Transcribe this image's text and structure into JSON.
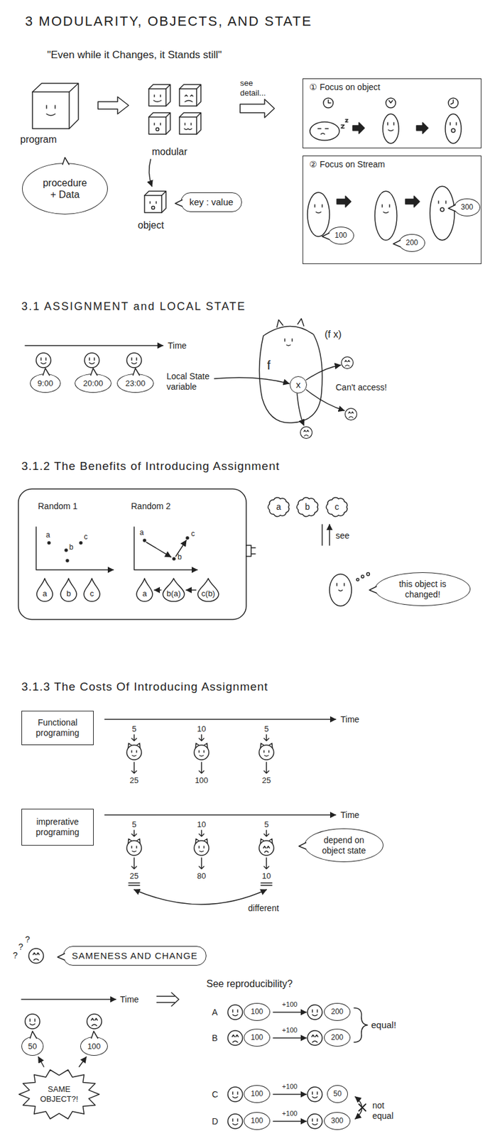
{
  "diagram": {
    "title": "3 MODULARITY, OBJECTS, AND STATE",
    "nodes": [
      {
        "text": [
          "procedure + Data"
        ]
      },
      {
        "text": [
          "key : value"
        ]
      },
      {
        "text": [
          "① Focus on object"
        ]
      },
      {
        "text": [
          "② Focus on Stream"
        ]
      },
      {
        "text": [
          "100"
        ],
        "in": 3
      },
      {
        "text": [
          "200"
        ],
        "in": 3
      },
      {
        "text": [
          "300"
        ],
        "in": 3
      },
      {
        "text": [
          "9:00"
        ]
      },
      {
        "text": [
          "20:00"
        ]
      },
      {
        "text": [
          "23:00"
        ]
      },
      {
        "text": [
          "x"
        ]
      },
      {
        "text": [
          "a"
        ]
      },
      {
        "text": [
          "b"
        ]
      },
      {
        "text": [
          "c"
        ]
      },
      {
        "text": [
          "a"
        ]
      },
      {
        "text": [
          "b(a)"
        ]
      },
      {
        "text": [
          "c(b)"
        ]
      },
      {
        "text": [
          "a"
        ]
      },
      {
        "text": [
          "b"
        ]
      },
      {
        "text": [
          "c"
        ]
      },
      {
        "text": [
          "this object is changed!"
        ]
      },
      {
        "text": [
          "Functional programing"
        ]
      },
      {
        "text": [
          "imprerative programing"
        ]
      },
      {
        "text": [
          "depend on object state"
        ]
      },
      {
        "text": [
          "SAMENESS AND CHANGE"
        ]
      },
      {
        "text": [
          "50"
        ]
      },
      {
        "text": [
          "100"
        ]
      },
      {
        "text": [
          "SAME OBJECT?!"
        ]
      },
      {
        "text": [
          "100"
        ]
      },
      {
        "text": [
          "200"
        ]
      },
      {
        "text": [
          "100"
        ]
      },
      {
        "text": [
          "200"
        ]
      },
      {
        "text": [
          "100"
        ]
      },
      {
        "text": [
          "50"
        ]
      },
      {
        "text": [
          "100"
        ]
      },
      {
        "text": [
          "300"
        ]
      }
    ],
    "edges": [
      {
        "from": 15,
        "to": 14,
        "arrow": "to"
      },
      {
        "from": 16,
        "to": 15,
        "arrow": "to"
      },
      {
        "from": 27,
        "to": 25,
        "arrow": "to"
      },
      {
        "from": 27,
        "to": 26,
        "arrow": "to"
      }
    ],
    "labels": [
      "\"Even while it Changes, it Stands still\"",
      "program",
      "modular",
      "object",
      "see detail...",
      "3.1 ASSIGNMENT and LOCAL STATE",
      "Time",
      "(f x)",
      "f",
      "Local State variable",
      "Can't access!",
      "3.1.2 The Benefits of Introducing Assignment",
      "Random 1",
      "Random 2",
      "a",
      "b",
      "c",
      "a",
      "b",
      "c",
      "see",
      "3.1.3 The Costs Of Introducing Assignment",
      "Time",
      "5",
      "10",
      "5",
      "25",
      "100",
      "25",
      "Time",
      "5",
      "10",
      "5",
      "25",
      "80",
      "10",
      "different",
      "?",
      "?",
      "?",
      "Time",
      "See reproducibility?",
      "A",
      "+100",
      "B",
      "+100",
      "equal!",
      "C",
      "+100",
      "D",
      "+100",
      "not equal"
    ]
  }
}
